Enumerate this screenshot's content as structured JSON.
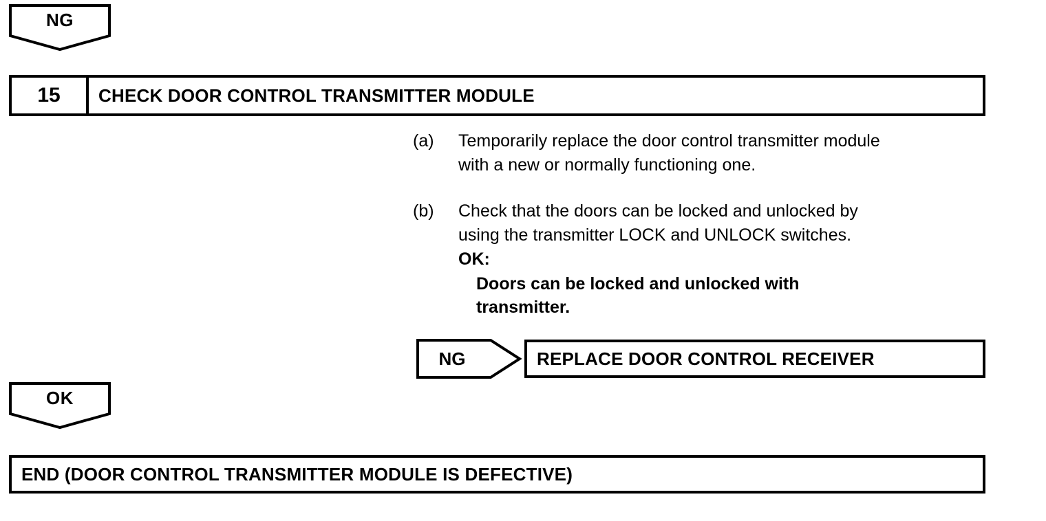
{
  "flowchart": {
    "connector_top": {
      "label": "NG"
    },
    "step": {
      "number": "15",
      "title": "CHECK DOOR CONTROL TRANSMITTER MODULE"
    },
    "instructions": [
      {
        "marker": "(a)",
        "text": "Temporarily replace the door control transmitter module\nwith a new or normally functioning one."
      },
      {
        "marker": "(b)",
        "text": "Check that the doors can be locked and unlocked by\nusing the transmitter LOCK and UNLOCK switches.",
        "ok_label": "OK:",
        "ok_criteria": "Doors can be locked and unlocked with\ntransmitter."
      }
    ],
    "ng_branch": {
      "label": "NG",
      "result": "REPLACE DOOR CONTROL RECEIVER"
    },
    "ok_branch": {
      "label": "OK",
      "result": "END (DOOR CONTROL TRANSMITTER MODULE IS DEFECTIVE)"
    },
    "colors": {
      "ink": "#000000",
      "paper": "#ffffff"
    }
  }
}
